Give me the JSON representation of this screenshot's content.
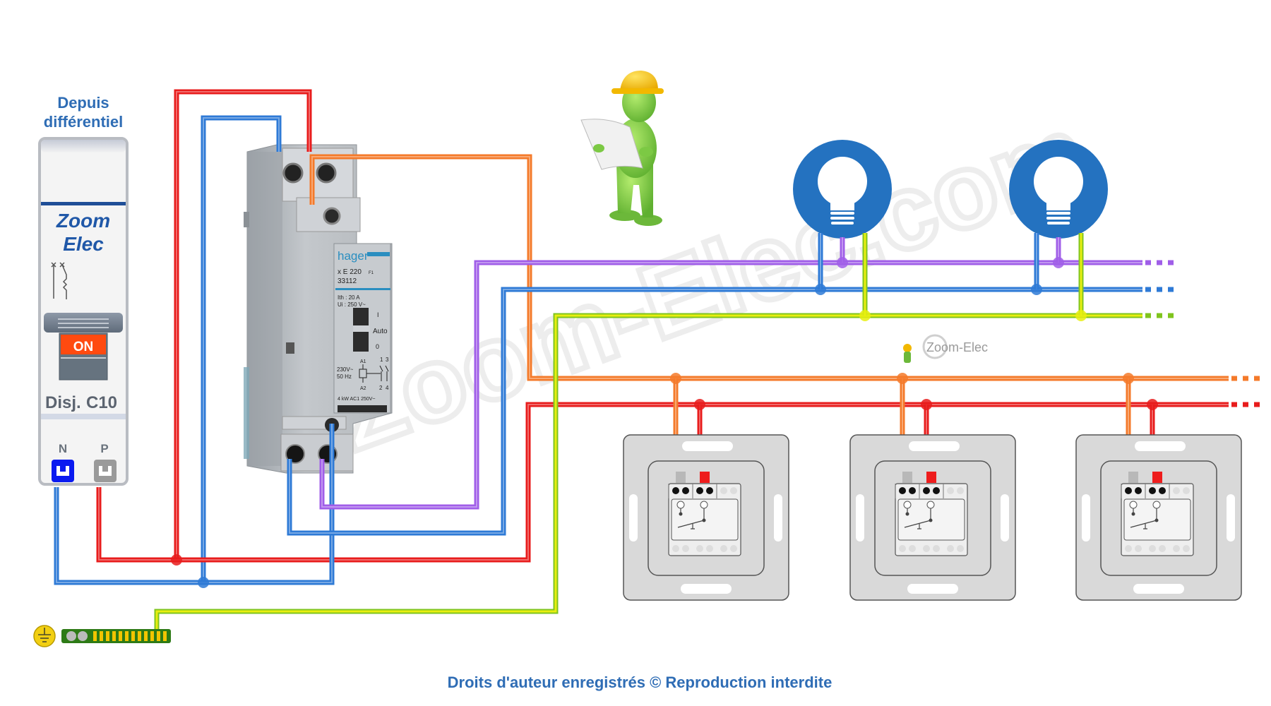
{
  "source_label": {
    "line1": "Depuis",
    "line2": "différentiel"
  },
  "breaker": {
    "brand_line1": "Zoom",
    "brand_line2": "Elec",
    "state_label": "ON",
    "rating_prefix": "Disj.",
    "rating": "C10",
    "terminal_neutral": "N",
    "terminal_phase": "P",
    "state": "on"
  },
  "relay": {
    "brand": "hager",
    "model": "x E 220",
    "model_suffix": "F1",
    "reference": "33112",
    "ith": "Ith : 20 A",
    "ui": "Ui : 250 V~",
    "switch_pos_on": "I",
    "switch_pos_auto": "Auto",
    "switch_pos_off": "0",
    "switch_position": "Auto",
    "coil_voltage": "230V~",
    "coil_freq": "50 Hz",
    "coil_a1": "A1",
    "coil_a2": "A2",
    "contact_top": [
      "1",
      "3"
    ],
    "contact_bottom": [
      "2",
      "4"
    ],
    "rating_bottom": "4 kW AC1 250V~"
  },
  "logo_small": "Zoom-Elec",
  "watermark": "Zoom-Elec.com",
  "footer": "Droits d'auteur enregistrés © Reproduction interdite",
  "lamps": [
    {
      "name": "lamp-1"
    },
    {
      "name": "lamp-2"
    }
  ],
  "pushbuttons": [
    {
      "name": "pushbutton-1"
    },
    {
      "name": "pushbutton-2"
    },
    {
      "name": "pushbutton-3"
    }
  ],
  "wire_colors": {
    "phase": "#e81c1c",
    "neutral": "#2e7ad6",
    "control": "#f47a2a",
    "return": "#a05ee8",
    "earth": "#7fc41e",
    "earth_stripe": "#e8ee10"
  },
  "accent_colors": {
    "lamp_blue": "#2472c0",
    "breaker_on": "#ff4a10",
    "text_blue": "#2f6db5"
  }
}
